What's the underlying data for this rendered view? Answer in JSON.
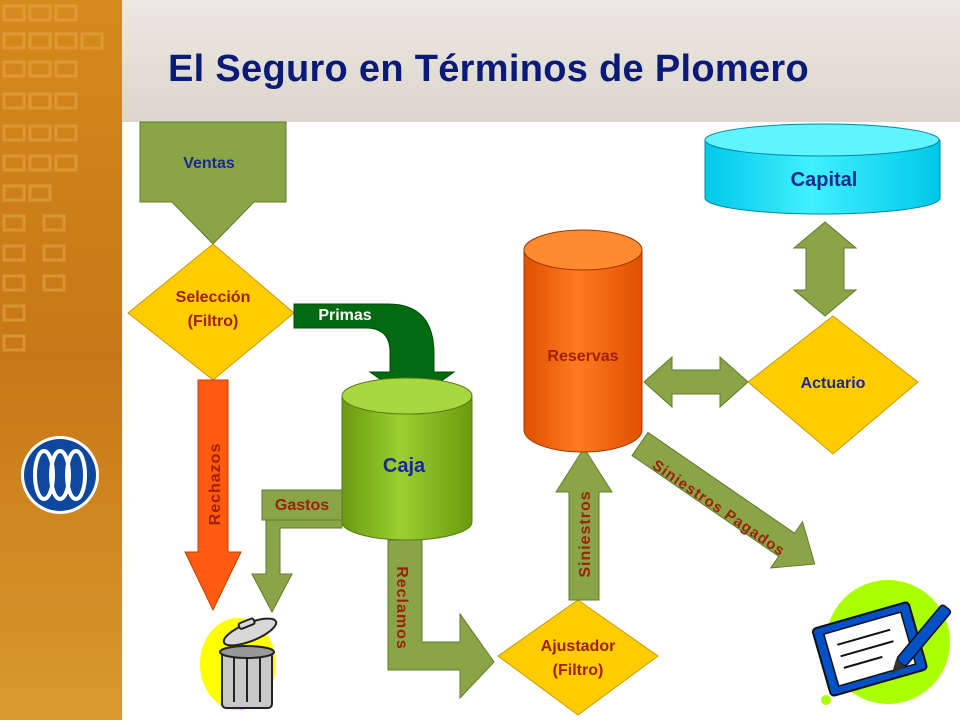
{
  "title": "El Seguro en Términos de Plomero",
  "nodes": {
    "ventas": "Ventas",
    "seleccion_line1": "Selección",
    "seleccion_line2": "(Filtro)",
    "caja": "Caja",
    "reservas": "Reservas",
    "capital": "Capital",
    "actuario": "Actuario",
    "ajustador_line1": "Ajustador",
    "ajustador_line2": "(Filtro)"
  },
  "flows": {
    "primas": "Primas",
    "rechazos": "Rechazos",
    "gastos": "Gastos",
    "reclamos": "Reclamos",
    "siniestros": "Siniestros",
    "siniestros_pagados": "Siniestros Pagados"
  },
  "colors": {
    "flow_green": "#8aa548",
    "decision_yellow": "#ffcc00",
    "caja_green": "#88c020",
    "reservas_orange": "#ff6600",
    "capital_cyan": "#00e6ff",
    "primas_dark_green": "#006a10",
    "rechazos_orange": "#ff5a10",
    "label_red": "#a0200a",
    "label_blue": "#1a2a8a",
    "title_blue": "#0a1a78"
  },
  "icons": [
    "logo-icon",
    "trash-can-icon",
    "checkbook-icon"
  ]
}
